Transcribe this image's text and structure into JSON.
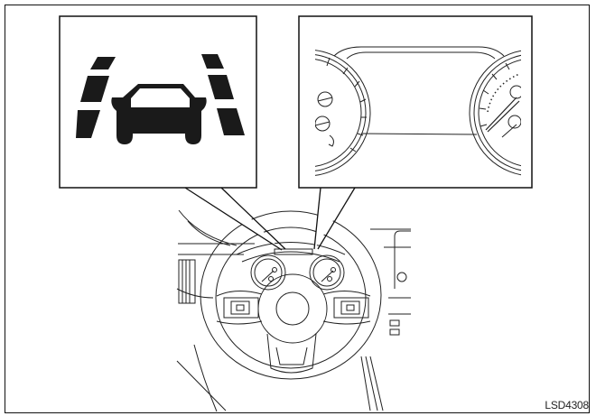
{
  "figure": {
    "code": "LSD4308",
    "callouts": [
      {
        "name": "lane-departure-warning-indicator",
        "icon": "car-between-lane-lines-icon"
      },
      {
        "name": "instrument-cluster-display",
        "icon": "meter-display-icon"
      }
    ],
    "main_view": "steering-wheel-and-dashboard",
    "colors": {
      "line": "#111111",
      "background": "#ffffff",
      "icon": "#1a1a1a"
    }
  }
}
